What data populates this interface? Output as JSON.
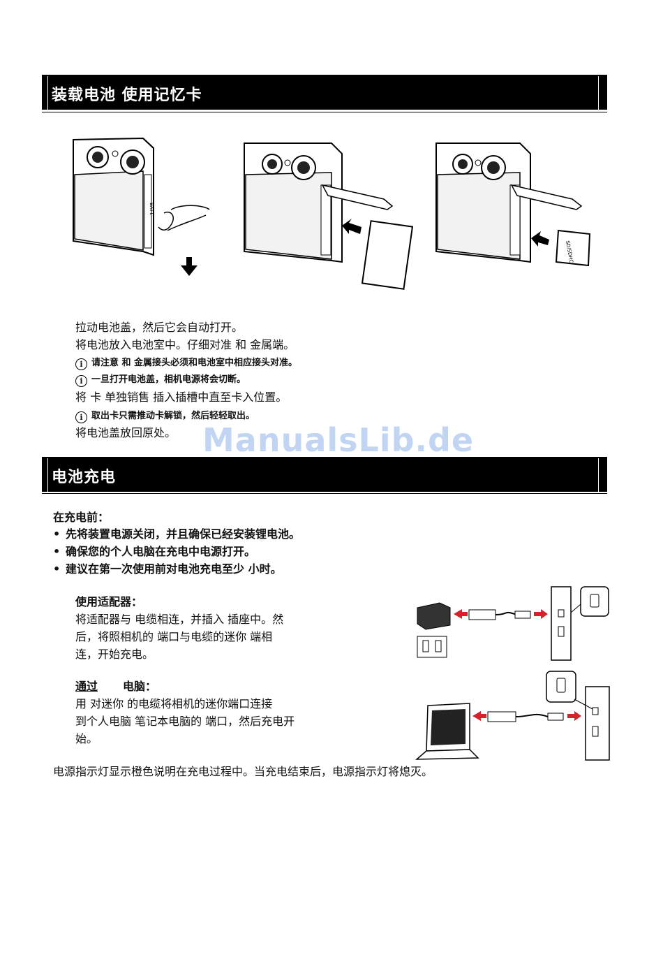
{
  "section1": {
    "title": "装载电池 使用记忆卡",
    "steps": {
      "s1": "拉动电池盖，然后它会自动打开。",
      "s2": "将电池放入电池室中。仔细对准  和 金属端。",
      "n1": "请注意  和 金属接头必须和电池室中相应接头对准。",
      "n2": "一旦打开电池盖，相机电源将会切断。",
      "s3": "将                卡 单独销售 插入插槽中直至卡入位置。",
      "n3": "取出卡只需推动卡解锁，然后轻轻取出。",
      "s4": "将电池盖放回原处。"
    },
    "figure": {
      "batt_label": "BATT.",
      "card_label": "SD/SDHC"
    }
  },
  "watermark": "ManualsLib.de",
  "section2": {
    "title": "电池充电",
    "before_label": "在充电前：",
    "bullets": [
      "先将装置电源关闭，并且确保已经安装锂电池。",
      "确保您的个人电脑在充电中电源打开。",
      "建议在第一次使用前对电池充电至少  小时。"
    ],
    "adapter": {
      "heading": "使用适配器：",
      "lines": [
        "将适配器与        电缆相连，并插入      插座中。然",
        "后，将照相机的        端口与电缆的迷你        端相",
        "连，开始充电。"
      ]
    },
    "pc": {
      "heading_a": "通过",
      "heading_b": "电脑：",
      "lines": [
        "用          对迷你          的电缆将相机的迷你端口连接",
        "到个人电脑 笔记本电脑的          端口，然后充电开",
        "始。"
      ]
    },
    "footer": "电源指示灯显示橙色说明在充电过程中。当充电结束后，电源指示灯将熄灭。"
  },
  "colors": {
    "arrow_red": "#d6202a",
    "banner": "#000000",
    "watermark": "#8fb4e8"
  }
}
